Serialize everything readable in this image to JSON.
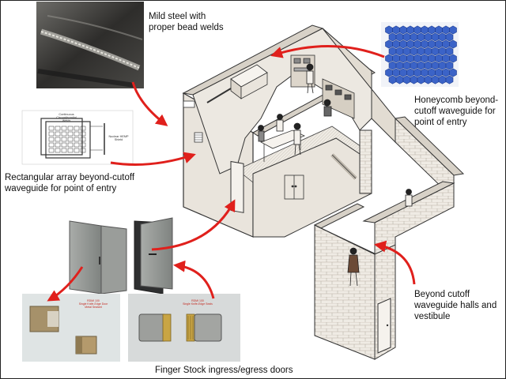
{
  "labels": {
    "mild_steel": [
      "Mild steel with",
      "proper bead welds"
    ],
    "honeycomb": [
      "Honeycomb beyond-",
      "cutoff waveguide for",
      "point of entry"
    ],
    "rectangular": [
      "Rectangular array beyond-cutoff",
      "waveguide for point of entry"
    ],
    "beyond_cutoff": [
      "Beyond cutoff",
      "waveguide halls and",
      "vestibule"
    ],
    "finger_stock": "Finger Stock ingress/egress doors"
  },
  "inset_captions": {
    "rect_array_sketch": [
      "Continuous",
      "Circumferential",
      "Welds",
      "Nuclear HEMP",
      "Shield"
    ],
    "finger_stock_tag_left": [
      "RDMI 100",
      "Single Knife-Edge Door",
      "Metal Sealant"
    ],
    "finger_stock_tag_right": [
      "RDMI 100",
      "Single Knife-Edge Seals"
    ]
  },
  "colors": {
    "arrow": "#e0201c",
    "wall_shading": "#e7e1d8",
    "brick_line": "#b9b1a6",
    "honeycomb": "#3b63c7",
    "steel_photo": "#3a3936"
  }
}
